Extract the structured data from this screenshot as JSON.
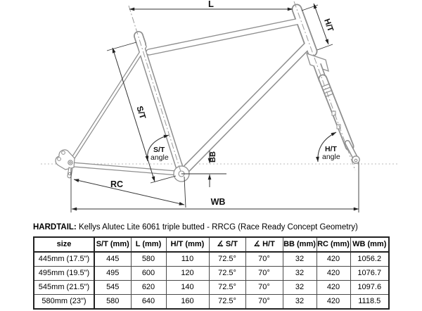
{
  "title": {
    "prefix": "HARDTAIL:",
    "text": " Kellys Alutec Lite 6061 triple butted - RRCG (Race Ready Concept Geometry)"
  },
  "diagram": {
    "labels": {
      "l": "L",
      "ht": "H/T",
      "st": "S/T",
      "bb": "BB",
      "rc": "RC",
      "wb": "WB",
      "st_angle_1": "S/T",
      "st_angle_2": "angle",
      "ht_angle_1": "H/T",
      "ht_angle_2": "angle"
    },
    "colors": {
      "frame": "#8f8f8f",
      "dimension": "#2a2a2a",
      "axis": "#9a9a9a",
      "axle_line": "#bbbbbb"
    }
  },
  "table": {
    "headers": [
      "size",
      "S/T (mm)",
      "L (mm)",
      "H/T (mm)",
      "∡ S/T",
      "∡ H/T",
      "BB (mm)",
      "RC (mm)",
      "WB (mm)"
    ],
    "rows": [
      [
        "445mm (17.5\")",
        "445",
        "580",
        "110",
        "72.5°",
        "70°",
        "32",
        "420",
        "1056.2"
      ],
      [
        "495mm (19.5\")",
        "495",
        "600",
        "120",
        "72.5°",
        "70°",
        "32",
        "420",
        "1076.7"
      ],
      [
        "545mm (21.5\")",
        "545",
        "620",
        "140",
        "72.5°",
        "70°",
        "32",
        "420",
        "1097.6"
      ],
      [
        "580mm (23\")",
        "580",
        "640",
        "160",
        "72.5°",
        "70°",
        "32",
        "420",
        "1118.5"
      ]
    ]
  }
}
